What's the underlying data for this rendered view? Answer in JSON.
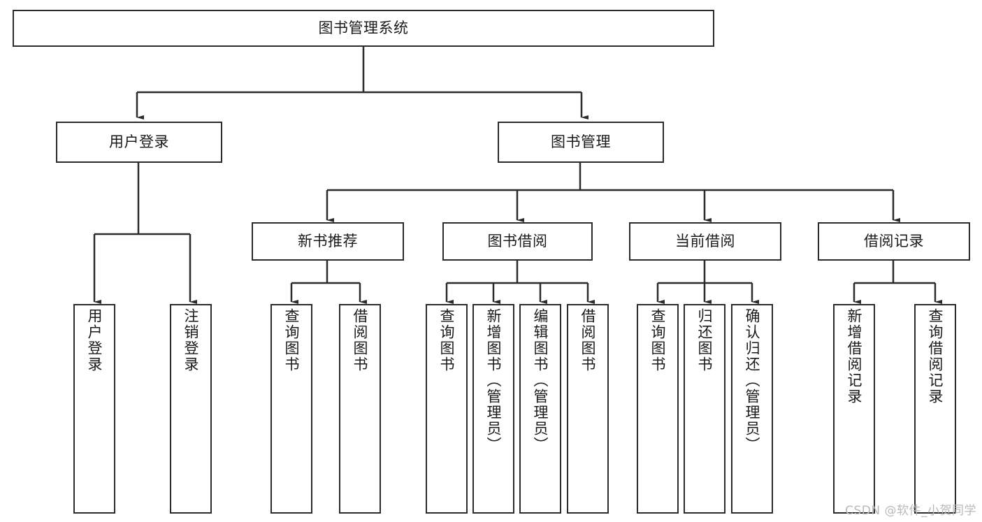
{
  "diagram": {
    "title": "图书管理系统",
    "type": "tree-hierarchy",
    "watermark": "CSDN @软件_小贺同学",
    "colors": {
      "box_border": "#2b2b2b",
      "box_fill": "#ffffff",
      "connector": "#2b2b2b",
      "text": "#1a1a1a",
      "watermark": "#b9b9b9",
      "background": "#ffffff"
    },
    "levels": {
      "root": {
        "label": "图书管理系统"
      },
      "level2": [
        {
          "label": "用户登录"
        },
        {
          "label": "图书管理"
        }
      ],
      "level3": [
        {
          "label": "新书推荐"
        },
        {
          "label": "图书借阅"
        },
        {
          "label": "当前借阅"
        },
        {
          "label": "借阅记录"
        }
      ],
      "leaves_user_login": [
        {
          "label": "用户登录"
        },
        {
          "label": "注销登录"
        }
      ],
      "leaves_new_book": [
        {
          "label": "查询图书"
        },
        {
          "label": "借阅图书"
        }
      ],
      "leaves_borrow": [
        {
          "label": "查询图书"
        },
        {
          "label": "新增图书（管理员）"
        },
        {
          "label": "编辑图书（管理员）"
        },
        {
          "label": "借阅图书"
        }
      ],
      "leaves_current": [
        {
          "label": "查询图书"
        },
        {
          "label": "归还图书"
        },
        {
          "label": "确认归还（管理员）"
        }
      ],
      "leaves_records": [
        {
          "label": "新增借阅记录"
        },
        {
          "label": "查询借阅记录"
        }
      ]
    }
  }
}
